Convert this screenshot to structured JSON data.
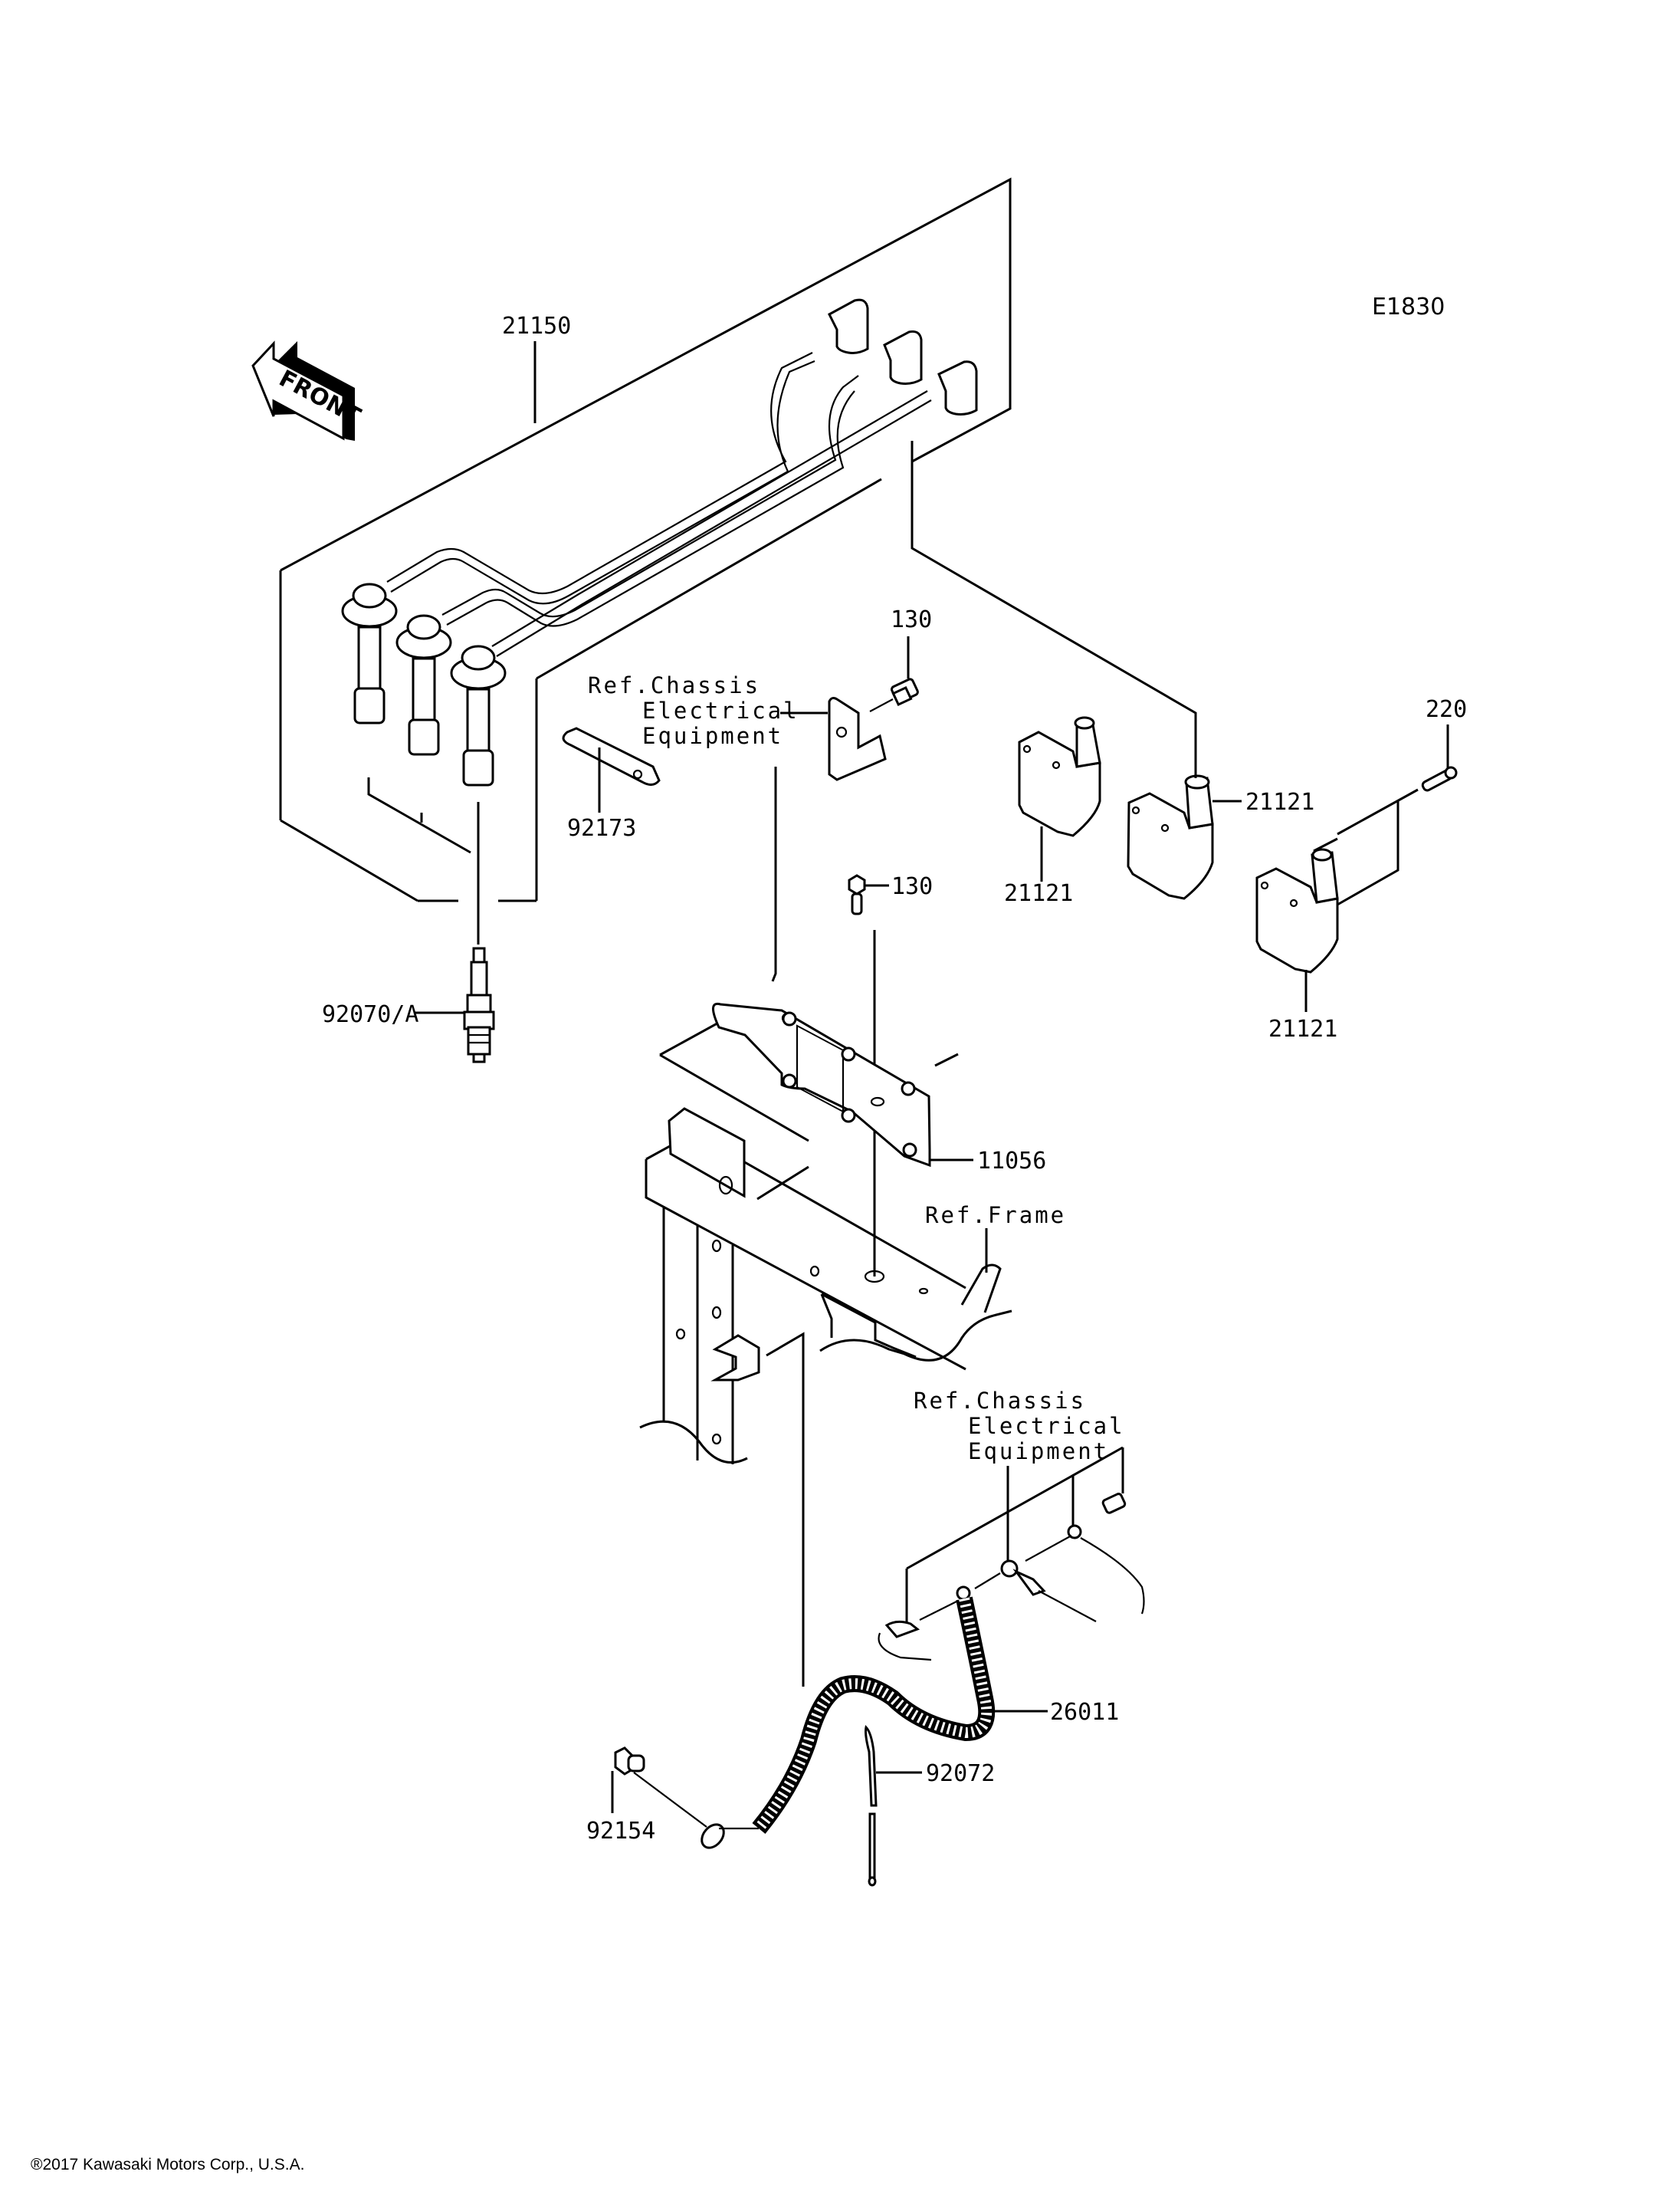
{
  "diagram": {
    "title": "Ignition System",
    "diagram_code": "E1830",
    "front_indicator": "FRONT",
    "accent_color": "#000000",
    "background_color": "#ffffff"
  },
  "parts": [
    {
      "number": "21150",
      "name": "spark-plug-lead-set"
    },
    {
      "number": "130",
      "name": "bolt-upper"
    },
    {
      "number": "130",
      "name": "bolt-lower"
    },
    {
      "number": "220",
      "name": "long-bolt"
    },
    {
      "number": "21121",
      "name": "ignition-coil-left"
    },
    {
      "number": "21121",
      "name": "ignition-coil-middle"
    },
    {
      "number": "21121",
      "name": "ignition-coil-right"
    },
    {
      "number": "92173",
      "name": "clamp"
    },
    {
      "number": "92070/A",
      "name": "spark-plug"
    },
    {
      "number": "11056",
      "name": "bracket"
    },
    {
      "number": "26011",
      "name": "ground-lead"
    },
    {
      "number": "92072",
      "name": "band"
    },
    {
      "number": "92154",
      "name": "bolt-ground"
    }
  ],
  "references": [
    {
      "lines": [
        "Ref.Chassis",
        "Electrical",
        "Equipment"
      ],
      "name": "ref-chassis-electrical-upper"
    },
    {
      "lines": [
        "Ref.Frame"
      ],
      "name": "ref-frame"
    },
    {
      "lines": [
        "Ref.Chassis",
        "Electrical",
        "Equipment"
      ],
      "name": "ref-chassis-electrical-lower"
    }
  ],
  "footer": {
    "copyright": "®2017 Kawasaki Motors Corp., U.S.A."
  }
}
